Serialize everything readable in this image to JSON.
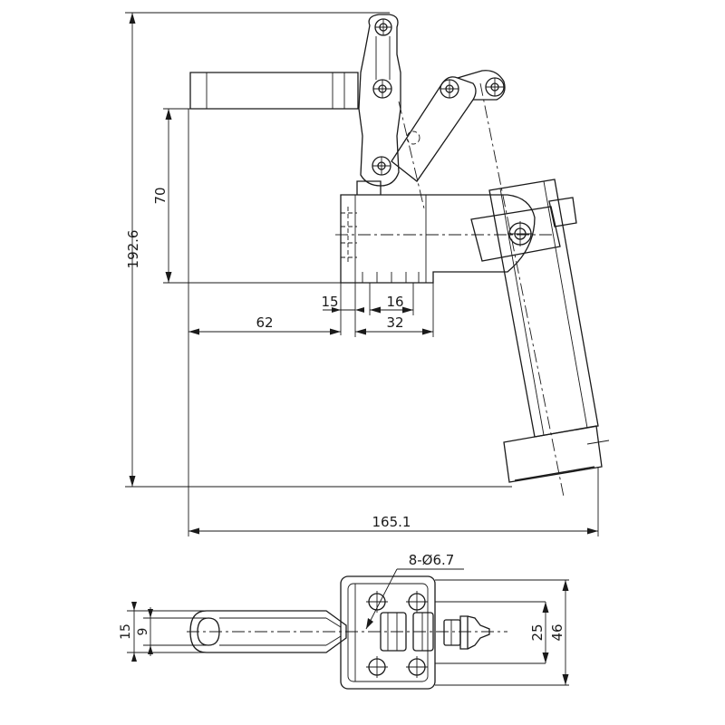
{
  "drawing": {
    "dimensions": {
      "total_height": "192.6",
      "handle_height": "70",
      "overall_length": "165.1",
      "base_offset": "62",
      "base_edge": "15",
      "hole_pitch": "16",
      "base_width": "32",
      "holes": "8-Ø6.7",
      "handle_outer": "15",
      "handle_inner": "9",
      "base_inner_width": "25",
      "base_outer_width": "46"
    }
  }
}
